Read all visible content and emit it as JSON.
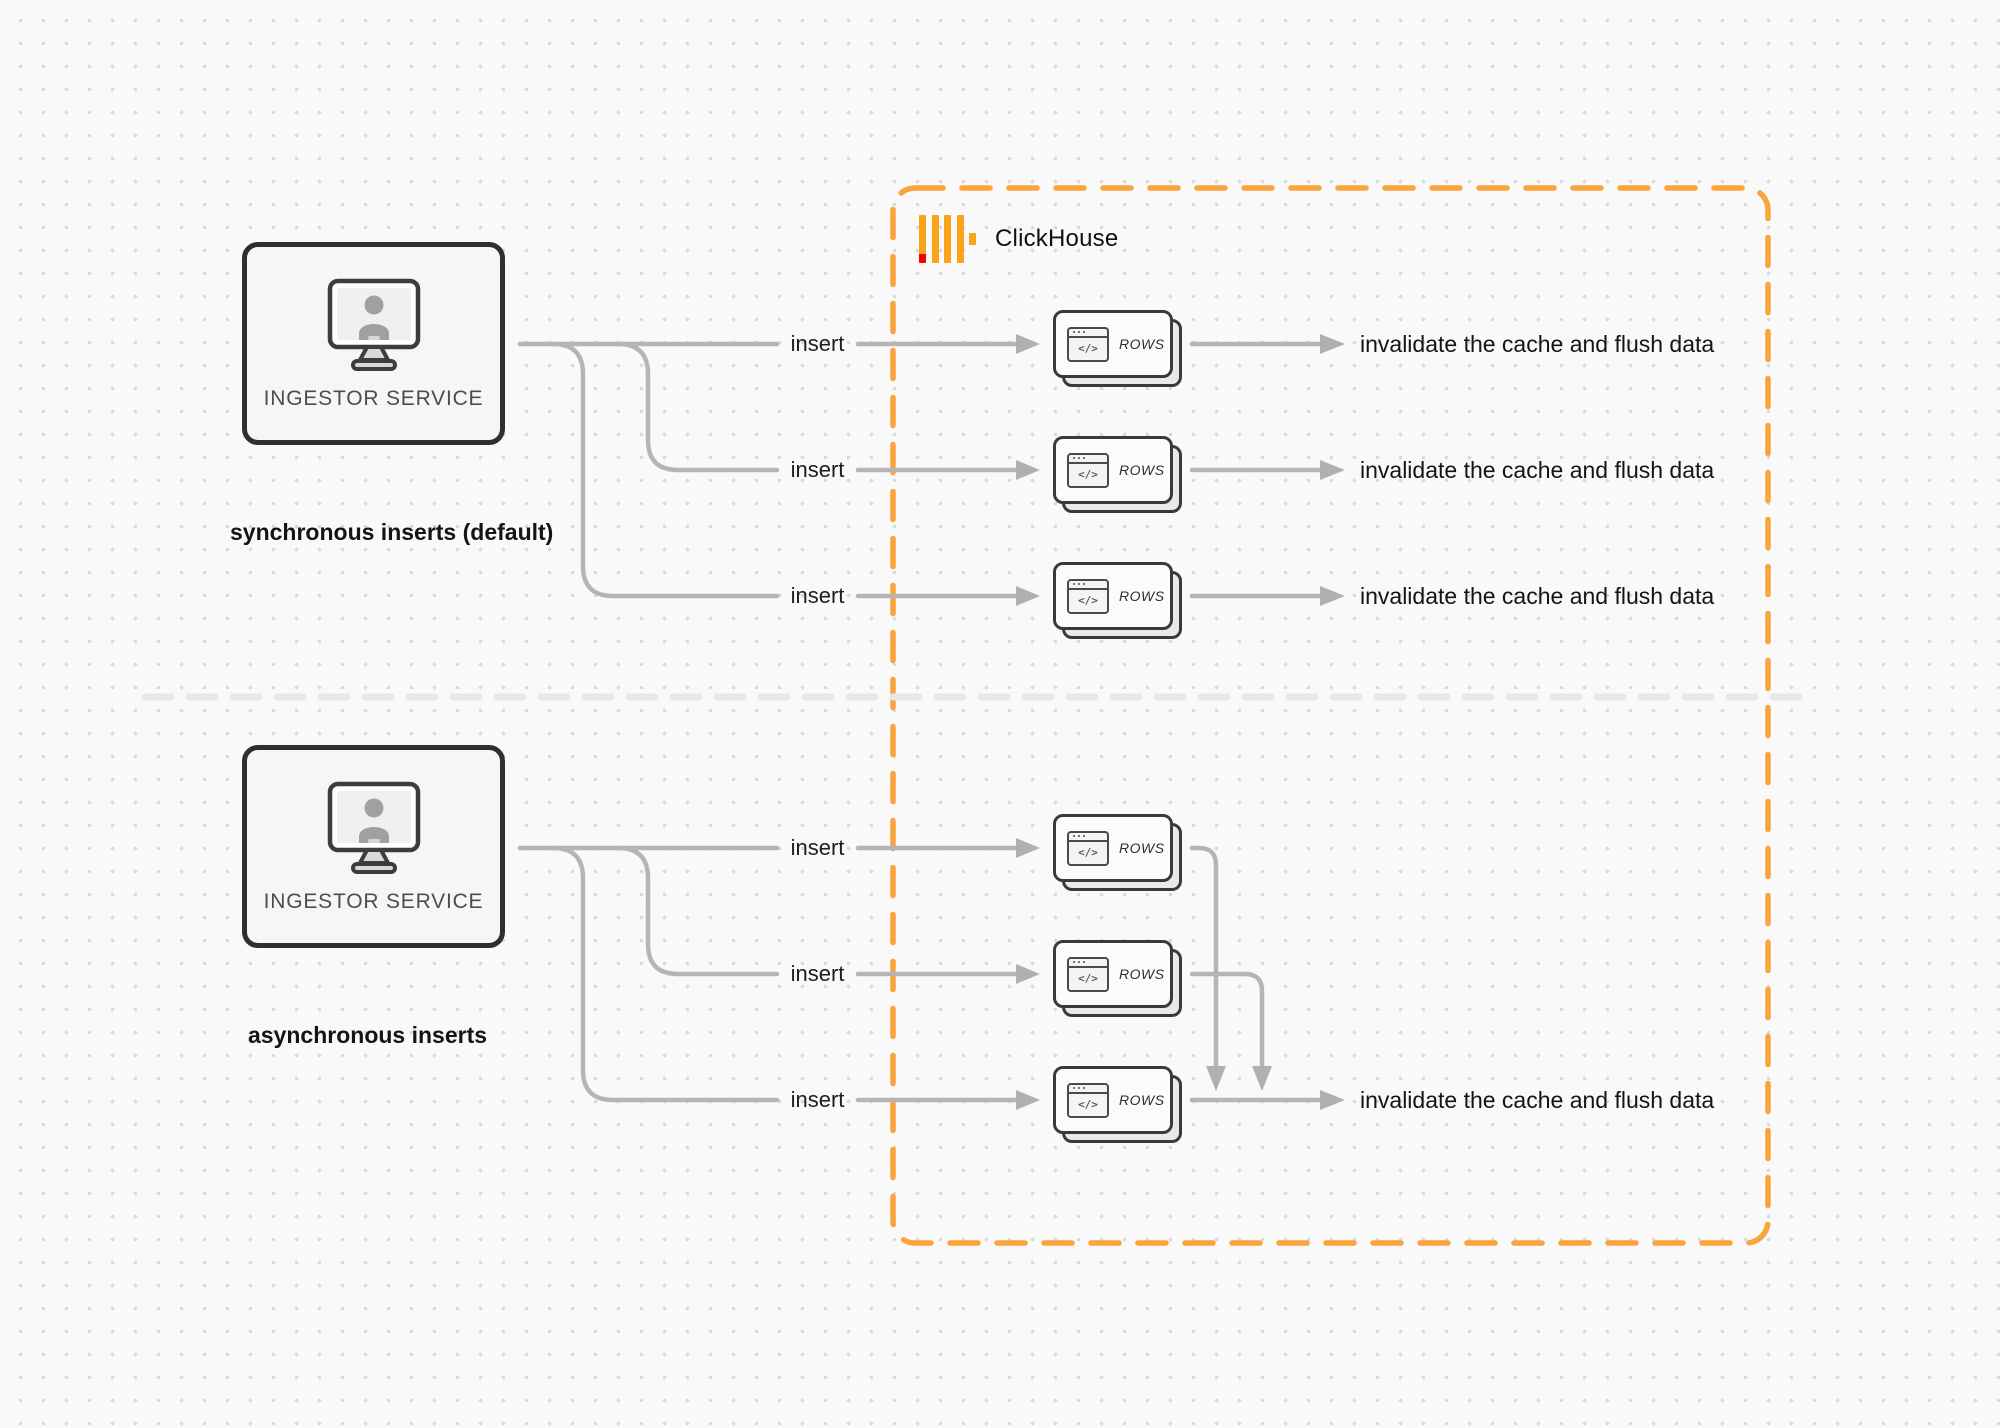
{
  "canvas": {
    "background": "#f9f9f9",
    "dot_color": "#d9d9d9"
  },
  "clickhouse": {
    "brand": "ClickHouse",
    "border_color": "#F9A43C",
    "bar_color": "#FAA41C",
    "bar_accent_red": "#F50005"
  },
  "sync": {
    "service_label": "INGESTOR SERVICE",
    "caption": "synchronous inserts (default)",
    "rows": [
      {
        "insert_label": "insert",
        "card_label": "ROWS",
        "result_label": "invalidate the cache and flush data"
      },
      {
        "insert_label": "insert",
        "card_label": "ROWS",
        "result_label": "invalidate the cache and flush data"
      },
      {
        "insert_label": "insert",
        "card_label": "ROWS",
        "result_label": "invalidate the cache and flush data"
      }
    ]
  },
  "async": {
    "service_label": "INGESTOR SERVICE",
    "caption": "asynchronous inserts",
    "rows": [
      {
        "insert_label": "insert",
        "card_label": "ROWS"
      },
      {
        "insert_label": "insert",
        "card_label": "ROWS"
      },
      {
        "insert_label": "insert",
        "card_label": "ROWS",
        "result_label": "invalidate the cache and flush data"
      }
    ]
  },
  "icons": {
    "code_glyph": "</>",
    "monitor_icon": "monitor-with-user",
    "clickhouse_logo": "clickhouse-bars-logo"
  },
  "colors": {
    "connector_gray": "#b5b5b5",
    "arrowhead_gray": "#b0b0b0",
    "divider_gray": "#e7e7e7",
    "box_border": "#2f2f2f"
  }
}
